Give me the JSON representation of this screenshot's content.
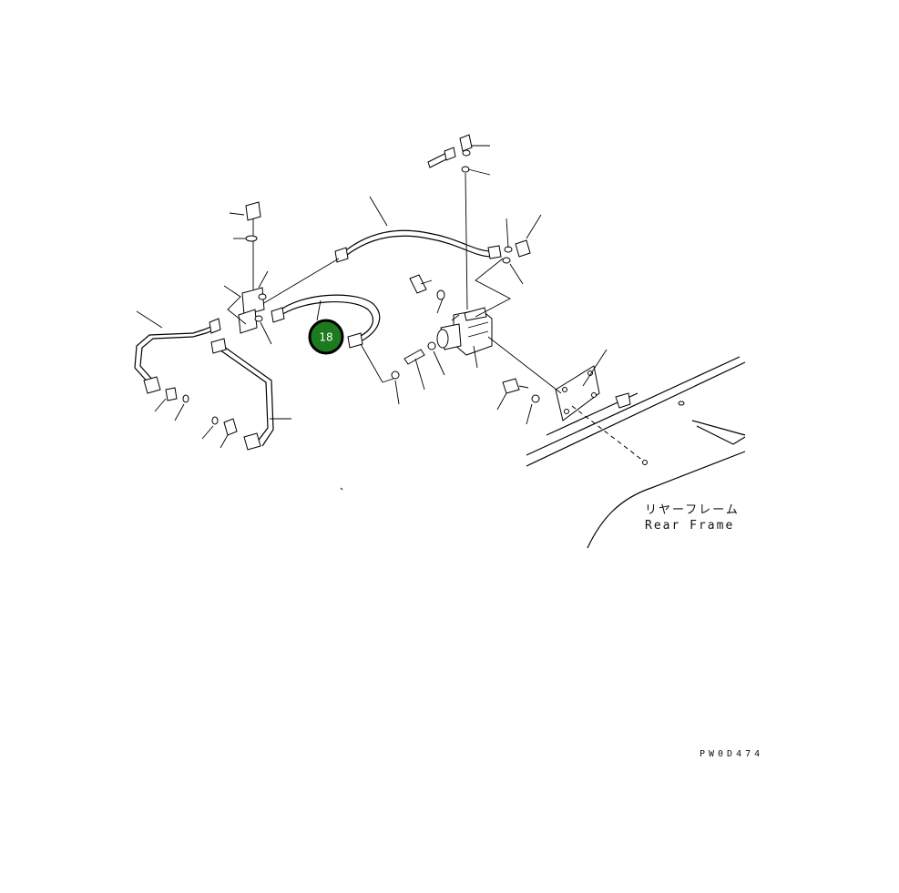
{
  "diagram": {
    "callout": {
      "number": "18",
      "color": "#1e7a1e",
      "ring_color": "#000000"
    },
    "labels": {
      "rear_frame_jp": "リヤーフレーム",
      "rear_frame_en": "Rear Frame"
    },
    "drawing_code": "PW0D474"
  }
}
